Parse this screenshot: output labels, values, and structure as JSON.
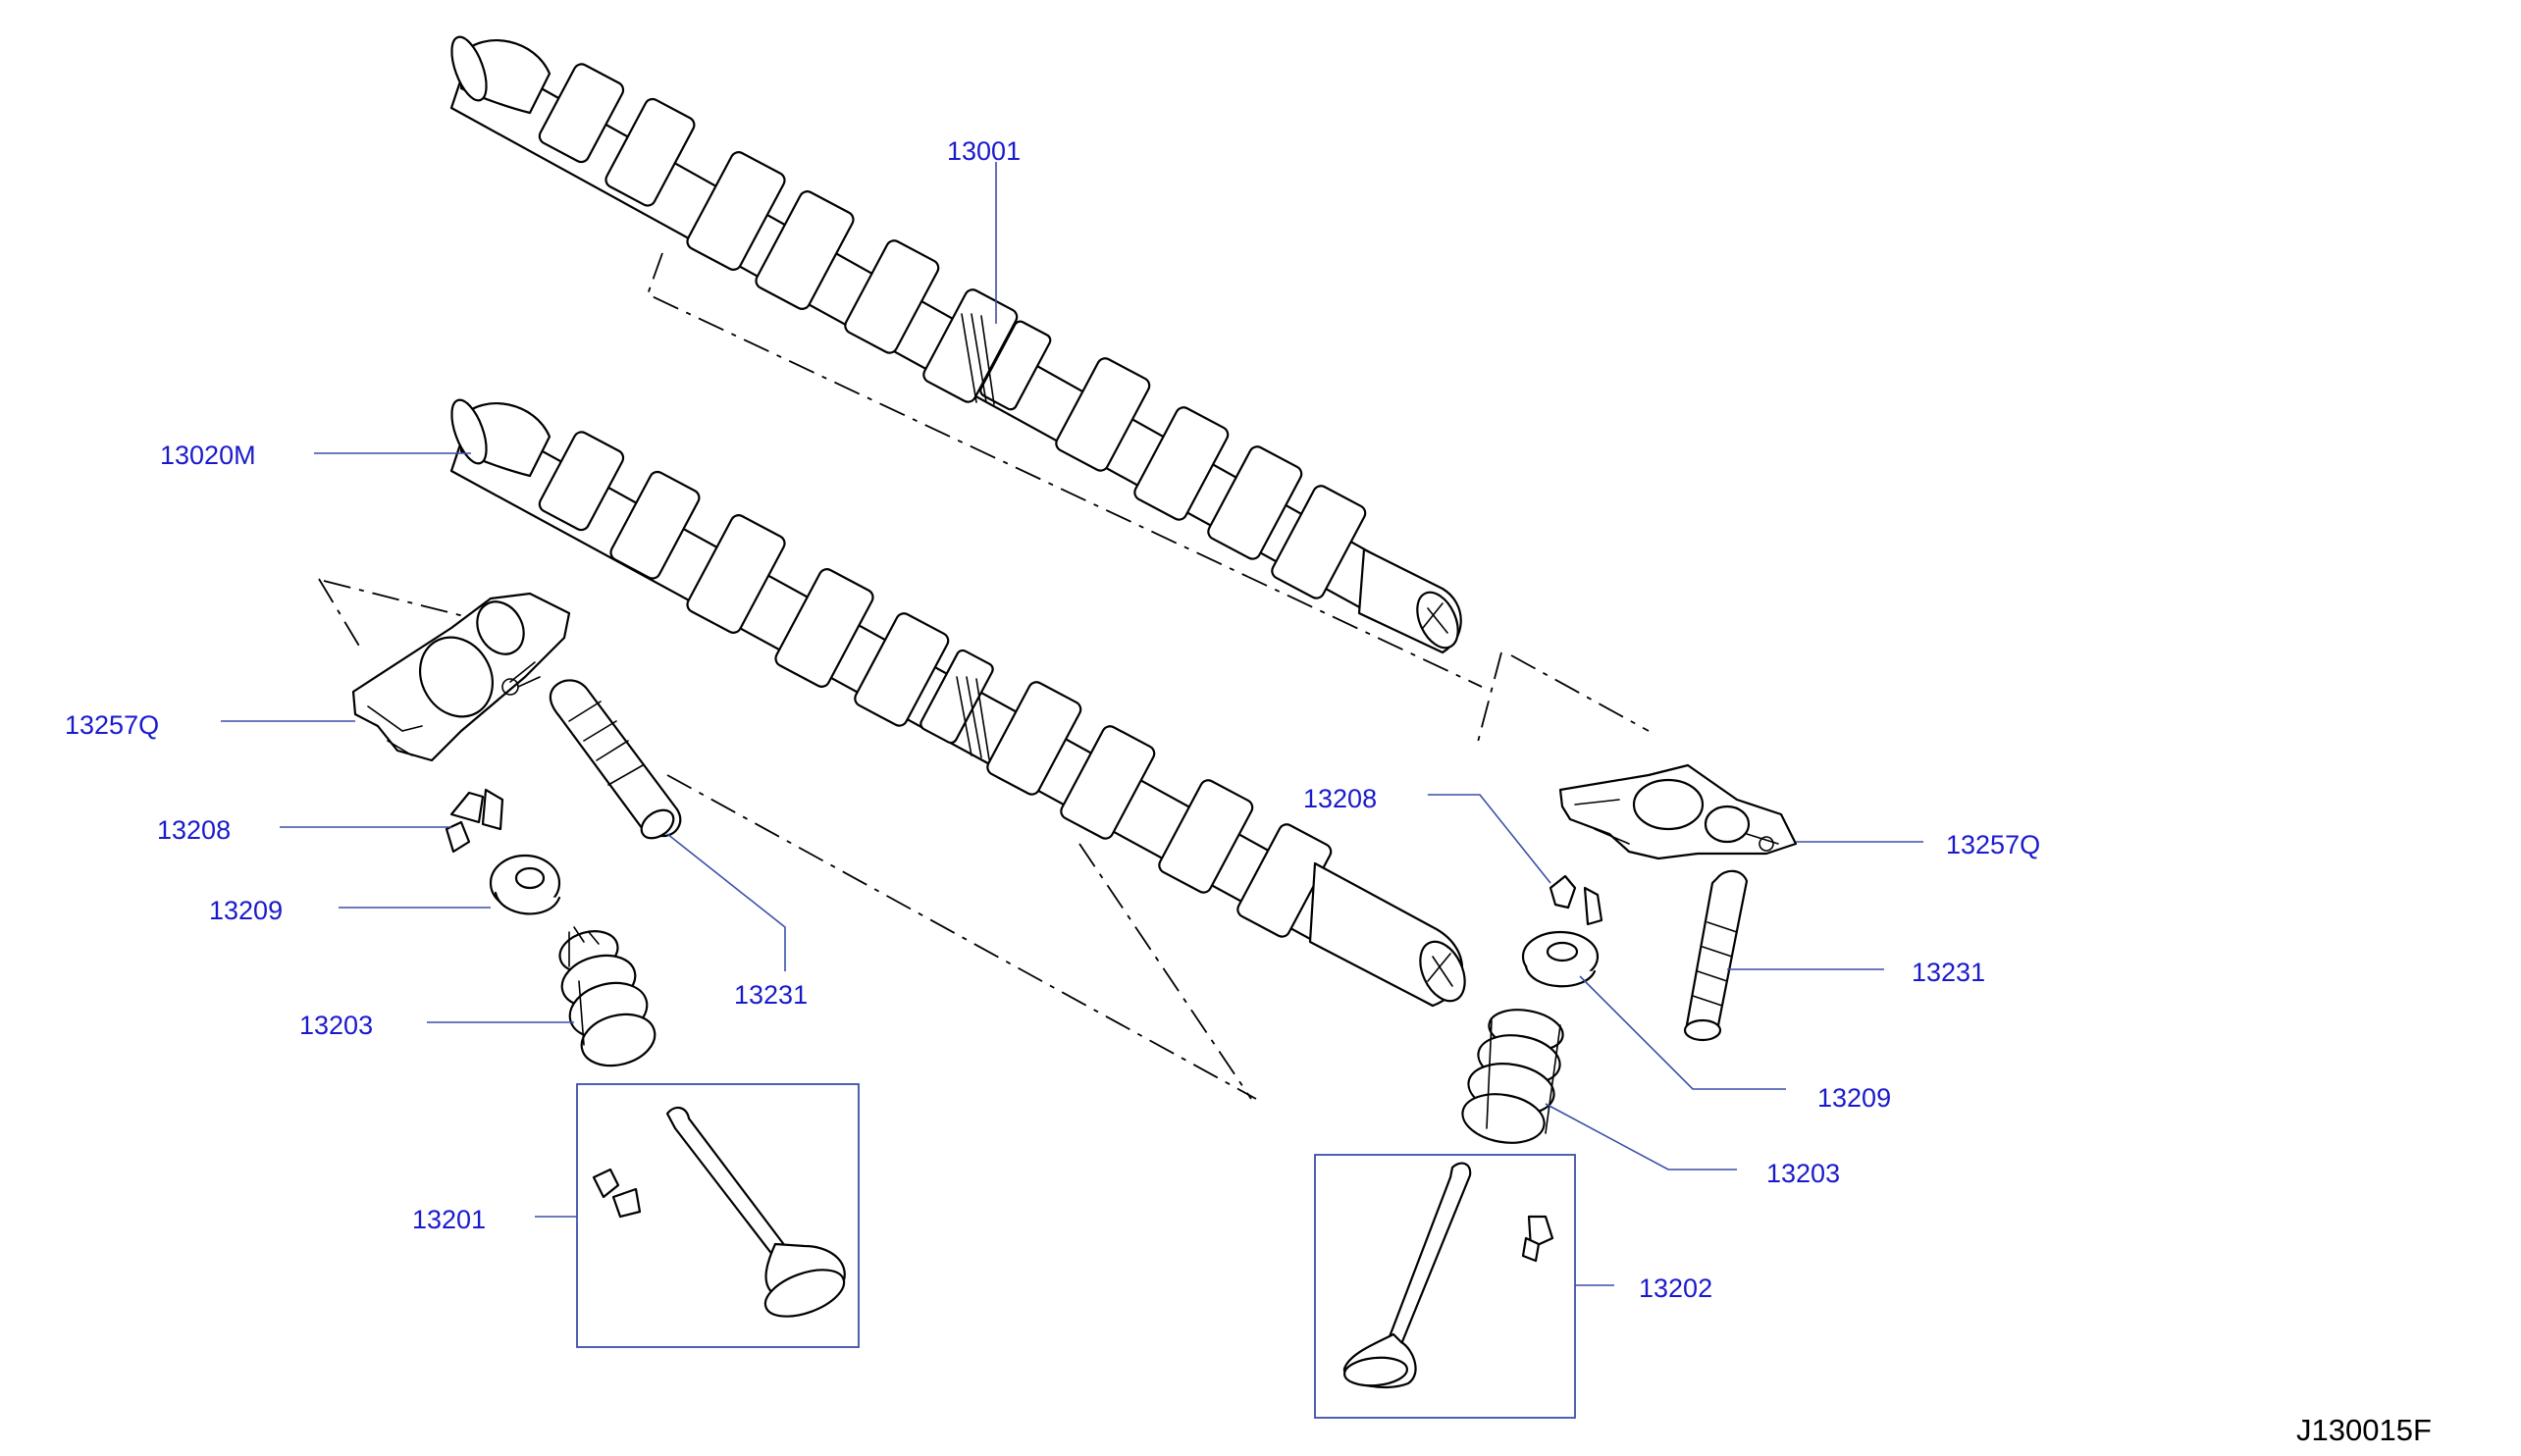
{
  "callouts": {
    "camshaft_upper": "13001",
    "camshaft_lower": "13020M",
    "rocker_arm_left": "13257Q",
    "rocker_arm_right": "13257Q",
    "collet_left": "13208",
    "collet_right": "13208",
    "retainer_left": "13209",
    "retainer_right": "13209",
    "spring_left": "13203",
    "spring_right": "13203",
    "lash_adjuster_left": "13231",
    "lash_adjuster_right": "13231",
    "intake_valve": "13201",
    "exhaust_valve": "13202"
  },
  "diagram_code": "J130015F"
}
